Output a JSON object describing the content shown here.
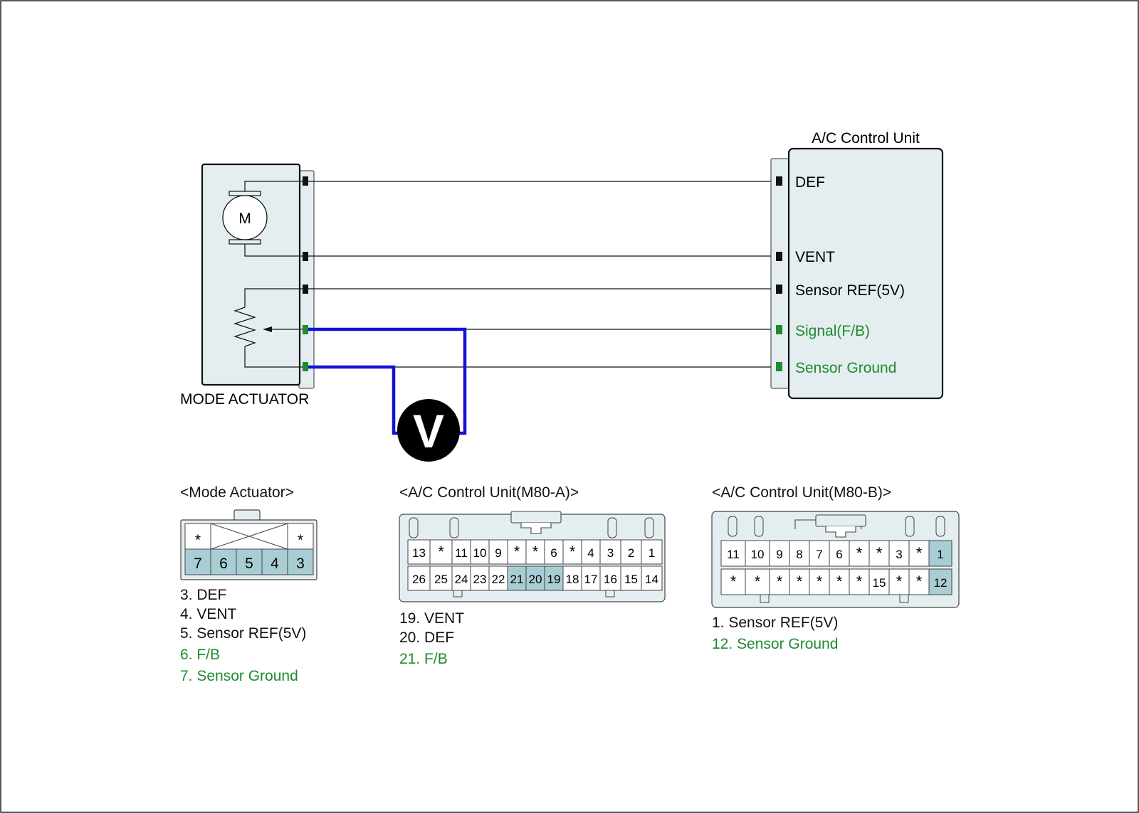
{
  "colors": {
    "box_fill": "#e4eef0",
    "pin_fill": "#a9cdd5",
    "green_text": "#1f8a2e",
    "probe_wire": "#1212d6",
    "wire": "#111111",
    "meter": "#000000"
  },
  "icons": [
    "motor-icon",
    "potentiometer-icon",
    "voltmeter-icon"
  ],
  "actuator": {
    "label": "MODE ACTUATOR",
    "motor_label": "M"
  },
  "control_unit": {
    "title": "A/C Control Unit",
    "pins": [
      {
        "label": "DEF",
        "highlight": false
      },
      {
        "label": "VENT",
        "highlight": false
      },
      {
        "label": "Sensor REF(5V)",
        "highlight": false
      },
      {
        "label": "Signal(F/B)",
        "highlight": true
      },
      {
        "label": "Sensor Ground",
        "highlight": true
      }
    ]
  },
  "meter": {
    "label": "V"
  },
  "connectors": {
    "mode_actuator": {
      "title": "<Mode Actuator>",
      "top_row": [
        "*",
        "*"
      ],
      "bottom_row": [
        "7",
        "6",
        "5",
        "4",
        "3"
      ],
      "legend": [
        {
          "text": "3. DEF",
          "highlight": false
        },
        {
          "text": "4. VENT",
          "highlight": false
        },
        {
          "text": "5. Sensor REF(5V)",
          "highlight": false
        },
        {
          "text": "6. F/B",
          "highlight": true
        },
        {
          "text": "7. Sensor Ground",
          "highlight": true
        }
      ]
    },
    "m80a": {
      "title": "<A/C Control Unit(M80-A)>",
      "top_row": [
        "13",
        "*",
        "11",
        "10",
        "9",
        "*",
        "*",
        "6",
        "*",
        "4",
        "3",
        "2",
        "1"
      ],
      "bottom_row": [
        "26",
        "25",
        "24",
        "23",
        "22",
        "21",
        "20",
        "19",
        "18",
        "17",
        "16",
        "15",
        "14"
      ],
      "highlighted": [
        "21",
        "20",
        "19"
      ],
      "legend": [
        {
          "text": "19. VENT",
          "highlight": false
        },
        {
          "text": "20. DEF",
          "highlight": false
        },
        {
          "text": "21. F/B",
          "highlight": true
        }
      ]
    },
    "m80b": {
      "title": "<A/C Control Unit(M80-B)>",
      "top_row": [
        "11",
        "10",
        "9",
        "8",
        "7",
        "6",
        "*",
        "*",
        "3",
        "*",
        "1"
      ],
      "bottom_row": [
        "*",
        "*",
        "*",
        "*",
        "*",
        "*",
        "*",
        "15",
        "*",
        "*",
        "12"
      ],
      "highlighted": [
        "1",
        "12"
      ],
      "legend": [
        {
          "text": "1. Sensor REF(5V)",
          "highlight": false
        },
        {
          "text": "12. Sensor Ground",
          "highlight": true
        }
      ]
    }
  }
}
